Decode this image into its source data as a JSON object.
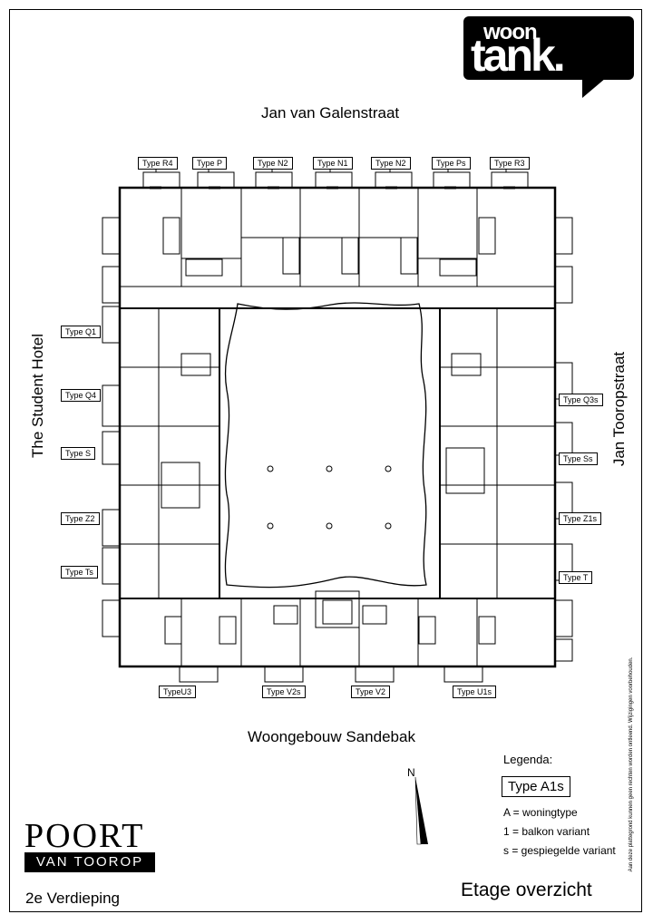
{
  "streets": {
    "top": "Jan van Galenstraat",
    "left": "The Student Hotel",
    "right": "Jan Tooropstraat",
    "bottom": "Woongebouw Sandebak"
  },
  "logo": {
    "line1": "woon",
    "line2": "tank."
  },
  "unit_types": {
    "top": [
      "Type R4",
      "Type P",
      "Type N2",
      "Type N1",
      "Type N2",
      "Type Ps",
      "Type R3"
    ],
    "left": [
      "Type Q1",
      "Type Q4",
      "Type S",
      "Type Z2",
      "Type Ts"
    ],
    "right": [
      "Type Q3s",
      "Type Ss",
      "Type Z1s",
      "Type T"
    ],
    "bottom": [
      "TypeU3",
      "Type V2s",
      "Type V2",
      "Type U1s"
    ]
  },
  "compass": {
    "label": "N"
  },
  "legend": {
    "title": "Legenda:",
    "example": "Type A1s",
    "lines": [
      "A = woningtype",
      "1 = balkon variant",
      "s =  gespiegelde variant"
    ]
  },
  "branding": {
    "poort": "POORT",
    "van_toorop": "VAN TOOROP"
  },
  "floor_label": "2e Verdieping",
  "overview_label": "Etage overzicht",
  "disclaimer": "Aan deze plattegrond kunnen geen rechten worden ontleend. Wijzigingen voorbehouden."
}
